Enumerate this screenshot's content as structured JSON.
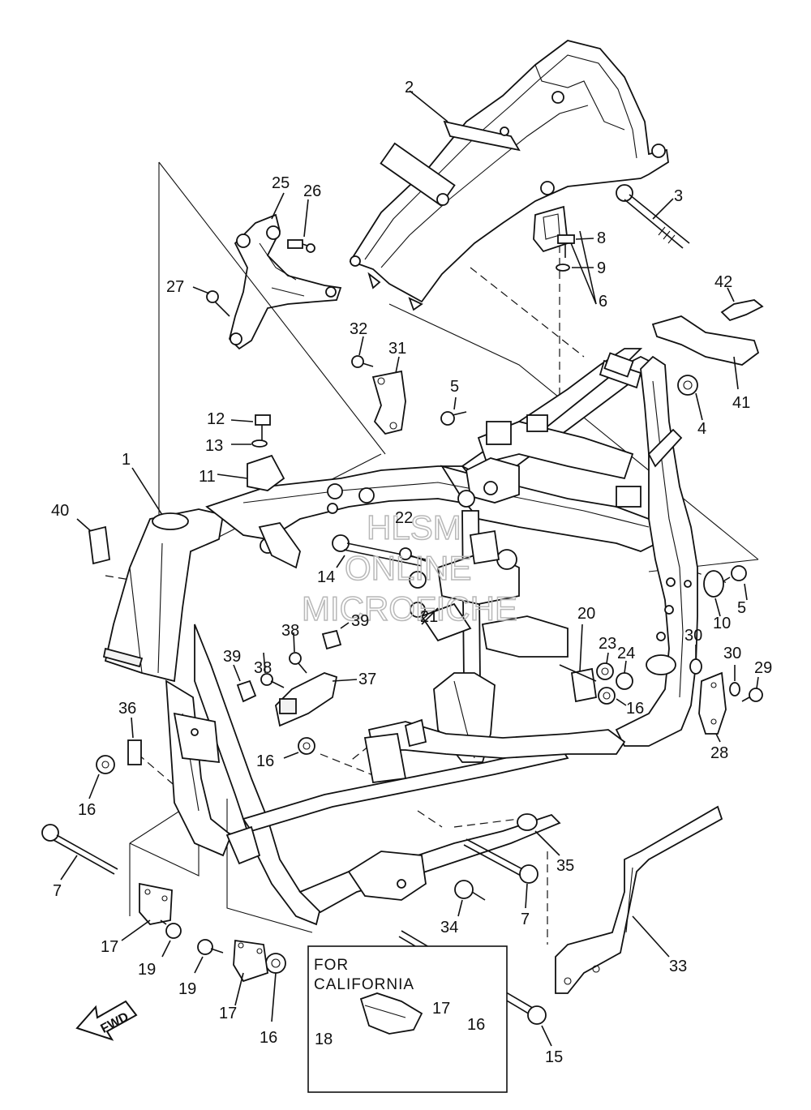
{
  "diagram": {
    "callouts": [
      {
        "id": "c-1",
        "text": "1"
      },
      {
        "id": "c-2",
        "text": "2"
      },
      {
        "id": "c-3",
        "text": "3"
      },
      {
        "id": "c-4",
        "text": "4"
      },
      {
        "id": "c-5a",
        "text": "5"
      },
      {
        "id": "c-5b",
        "text": "5"
      },
      {
        "id": "c-6",
        "text": "6"
      },
      {
        "id": "c-7a",
        "text": "7"
      },
      {
        "id": "c-7b",
        "text": "7"
      },
      {
        "id": "c-8",
        "text": "8"
      },
      {
        "id": "c-9",
        "text": "9"
      },
      {
        "id": "c-10",
        "text": "10"
      },
      {
        "id": "c-11",
        "text": "11"
      },
      {
        "id": "c-12",
        "text": "12"
      },
      {
        "id": "c-13",
        "text": "13"
      },
      {
        "id": "c-14",
        "text": "14"
      },
      {
        "id": "c-15",
        "text": "15"
      },
      {
        "id": "c-16a",
        "text": "16"
      },
      {
        "id": "c-16b",
        "text": "16"
      },
      {
        "id": "c-16c",
        "text": "16"
      },
      {
        "id": "c-16d",
        "text": "16"
      },
      {
        "id": "c-16e",
        "text": "16"
      },
      {
        "id": "c-17a",
        "text": "17"
      },
      {
        "id": "c-17b",
        "text": "17"
      },
      {
        "id": "c-17c",
        "text": "17"
      },
      {
        "id": "c-18",
        "text": "18"
      },
      {
        "id": "c-19a",
        "text": "19"
      },
      {
        "id": "c-19b",
        "text": "19"
      },
      {
        "id": "c-20",
        "text": "20"
      },
      {
        "id": "c-21",
        "text": "21"
      },
      {
        "id": "c-22",
        "text": "22"
      },
      {
        "id": "c-23",
        "text": "23"
      },
      {
        "id": "c-24",
        "text": "24"
      },
      {
        "id": "c-25",
        "text": "25"
      },
      {
        "id": "c-26",
        "text": "26"
      },
      {
        "id": "c-27",
        "text": "27"
      },
      {
        "id": "c-28",
        "text": "28"
      },
      {
        "id": "c-29",
        "text": "29"
      },
      {
        "id": "c-30a",
        "text": "30"
      },
      {
        "id": "c-30b",
        "text": "30"
      },
      {
        "id": "c-31",
        "text": "31"
      },
      {
        "id": "c-32",
        "text": "32"
      },
      {
        "id": "c-33",
        "text": "33"
      },
      {
        "id": "c-34",
        "text": "34"
      },
      {
        "id": "c-35",
        "text": "35"
      },
      {
        "id": "c-36",
        "text": "36"
      },
      {
        "id": "c-37",
        "text": "37"
      },
      {
        "id": "c-38a",
        "text": "38"
      },
      {
        "id": "c-38b",
        "text": "38"
      },
      {
        "id": "c-39a",
        "text": "39"
      },
      {
        "id": "c-39b",
        "text": "39"
      },
      {
        "id": "c-40",
        "text": "40"
      },
      {
        "id": "c-41",
        "text": "41"
      },
      {
        "id": "c-42",
        "text": "42"
      }
    ],
    "california_note": {
      "line1": "FOR",
      "line2": "CALIFORNIA"
    },
    "fwd_label": "FWD",
    "watermark": {
      "line1": "HLSM",
      "line2": "ONLINE",
      "line3": "MICROFICHE"
    }
  }
}
